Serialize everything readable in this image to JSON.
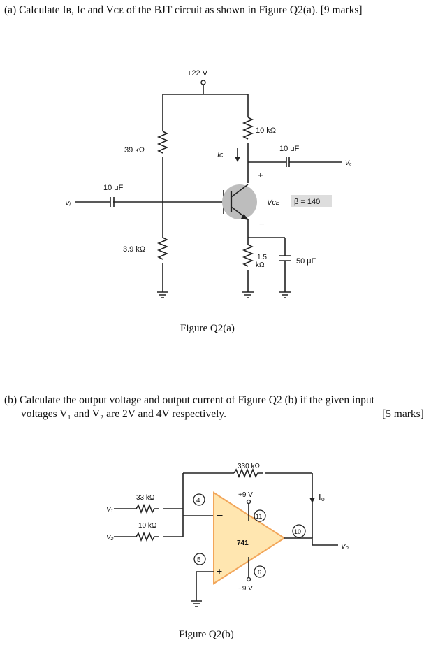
{
  "question_a": {
    "text": "(a) Calculate Iʙ, Ic and Vᴄᴇ of the BJT circuit as shown in Figure Q2(a). [9 marks]"
  },
  "figure_a": {
    "supply": "+22 V",
    "r_top": "39 kΩ",
    "r_collector": "10 kΩ",
    "c_in": "10 μF",
    "c_out": "10 μF",
    "r_bottom": "3.9 kΩ",
    "r_emitter_1": "1.5",
    "r_emitter_2": "kΩ",
    "c_emitter": "50 μF",
    "vi": "Vᵢ",
    "vo": "Vₒ",
    "ic": "Ic",
    "vce": "Vᴄᴇ",
    "beta": "β = 140",
    "plus": "+",
    "minus": "−",
    "caption": "Figure Q2(a)"
  },
  "question_b": {
    "line1": "(b) Calculate the output voltage and output current of Figure Q2 (b) if the given input",
    "line2": "voltages V₁ and V₂ are 2V and 4V respectively.",
    "marks": "[5 marks]"
  },
  "figure_b": {
    "rf": "330 kΩ",
    "r1": "33 kΩ",
    "r2": "10 kΩ",
    "v1": "V₁",
    "v2": "V₂",
    "vpos": "+9 V",
    "vneg": "−9 V",
    "opamp": "741",
    "pin4": "4",
    "pin5": "5",
    "pin11": "11",
    "pin6": "6",
    "pin10": "10",
    "minus": "−",
    "plus": "+",
    "io": "I₀",
    "vo": "V₀",
    "caption": "Figure Q2(b)"
  },
  "colors": {
    "transistor_fill": "#bdbdbd",
    "opamp_fill": "#ffe6b0",
    "opamp_stroke": "#f2a65a"
  }
}
